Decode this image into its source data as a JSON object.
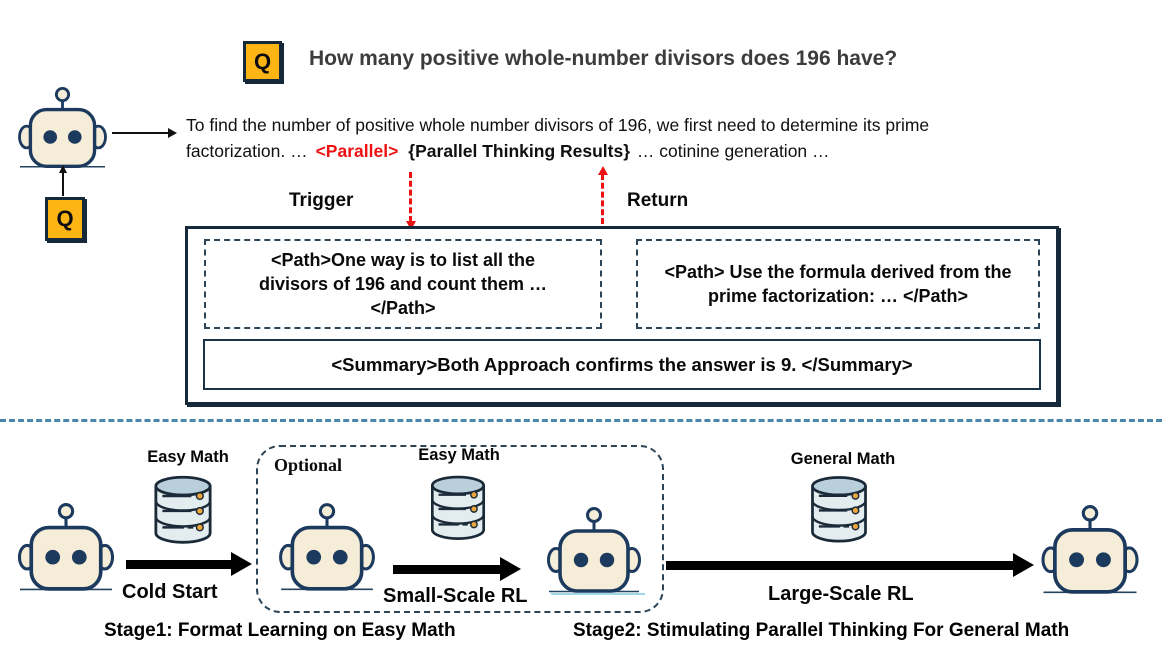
{
  "colors": {
    "accent_red": "#ee1111",
    "badge_yellow": "#fdb515",
    "border_dark": "#15293b",
    "divider_blue": "#4b86ae"
  },
  "question": {
    "badge": "Q",
    "text": "How many positive whole-number divisors does 196 have?"
  },
  "answer": {
    "line1": "To find the number of positive whole number divisors of 196, we first need to  determine its prime",
    "line2_pre": "factorization. …",
    "parallel_tag": "<Parallel>",
    "results_tag": "{Parallel Thinking Results}",
    "line2_post": "… cotinine generation …"
  },
  "flow": {
    "trigger_label": "Trigger",
    "return_label": "Return"
  },
  "parallel_box": {
    "path_left": "<Path>One way is to list all the divisors of 196 and count them …</Path>",
    "path_right": "<Path> Use the formula derived from the prime factorization: … </Path>",
    "summary": "<Summary>Both Approach confirms the answer is 9. </Summary>"
  },
  "pipeline": {
    "optional_label": "Optional",
    "stages": [
      {
        "dataset": "Easy Math",
        "arrow_label": "Cold Start"
      },
      {
        "dataset": "Easy Math",
        "arrow_label": "Small-Scale RL"
      },
      {
        "dataset": "General Math",
        "arrow_label": "Large-Scale RL"
      }
    ],
    "stage1_caption": "Stage1: Format Learning on Easy Math",
    "stage2_caption": "Stage2: Stimulating Parallel Thinking For General Math"
  }
}
